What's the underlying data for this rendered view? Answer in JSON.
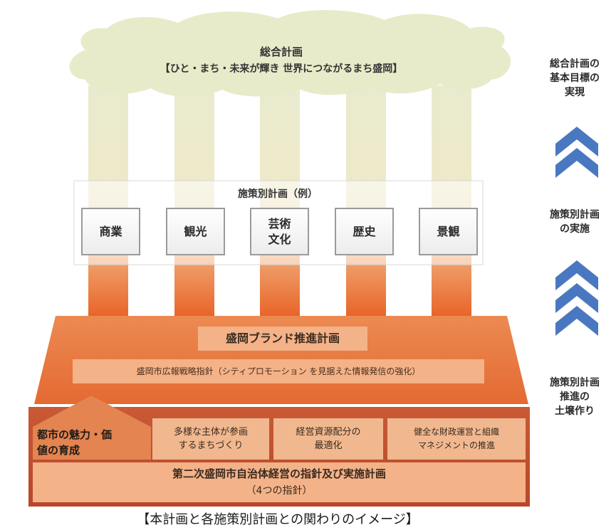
{
  "cloud": {
    "title": "総合計画",
    "subtitle": "【ひと・まち・未来が輝き 世界につながるまち盛岡】"
  },
  "measures": {
    "label": "施策別計画（例）",
    "items": [
      "商業",
      "観光",
      "芸術\n文化",
      "歴史",
      "景観"
    ]
  },
  "brand": {
    "title": "盛岡ブランド推進計画",
    "subtitle": "盛岡市広報戦略指針（シティプロモーション を見据えた情報発信の強化）"
  },
  "guidelines": {
    "house_label": "都市の魅力・価\n値の育成",
    "cells": [
      "多様な主体が参画\nするまちづくり",
      "経営資源配分の\n最適化",
      "健全な財政運営と組織\nマネジメントの推進"
    ],
    "base_line1": "第二次盛岡市自治体経営の指針及び実施計画",
    "base_line2": "（4つの指針）"
  },
  "side": {
    "top": "総合計画の\n基本目標の\n実現",
    "middle": "施策別計画\nの実施",
    "bottom": "施策別計画\n推進の\n土壌作り"
  },
  "caption": "【本計画と各施策別計画との関わりのイメージ】",
  "colors": {
    "cloud": "#e8ebc9",
    "chimney_top": "#e9ebcf",
    "chimney_bottom": "#e86428",
    "brand_block": "#ea7a41",
    "brand_label": "#f3b287",
    "base_block": "#c8502b",
    "cell": "#f1b88f",
    "arrow": "#4a78c0"
  }
}
